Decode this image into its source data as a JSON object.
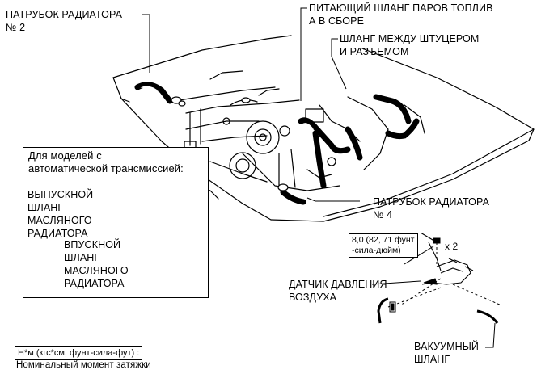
{
  "labels": {
    "radiator_hose_2": [
      "ПАТРУБОК РАДИАТОРА",
      "№ 2"
    ],
    "fuel_vapor_hose": [
      "ПИТАЮЩИЙ ШЛАНГ ПАРОВ ТОПЛИВ",
      "А В СБОРЕ"
    ],
    "union_connector_hose": [
      "ШЛАНГ МЕЖДУ ШТУЦЕРОМ",
      "И РАЗЪЕМОМ"
    ],
    "radiator_hose_4": [
      "ПАТРУБОК РАДИАТОРА",
      "№ 4"
    ],
    "air_pressure_sensor": [
      "ДАТЧИК ДАВЛЕНИЯ",
      "ВОЗДУХА"
    ],
    "vacuum_hose": [
      "ВАКУУМНЫЙ",
      "ШЛАНГ"
    ]
  },
  "auto_box": {
    "title": [
      "Для моделей с",
      "автоматической трансмиссией:"
    ],
    "outlet_hose": [
      "ВЫПУСКНОЙ",
      "ШЛАНГ",
      "МАСЛЯНОГО",
      "РАДИАТОРА"
    ],
    "inlet_hose": [
      "ВПУСКНОЙ",
      "ШЛАНГ",
      "МАСЛЯНОГО",
      "РАДИАТОРА"
    ]
  },
  "torque": {
    "spec": [
      "8,0 (82, 71 фунт",
      "-сила-дюйм)"
    ],
    "multiplier": "x 2"
  },
  "legend": {
    "units": "Н*м (кгс*см, фунт-сила-фут) :",
    "meaning": "Номинальный момент затяжки"
  }
}
